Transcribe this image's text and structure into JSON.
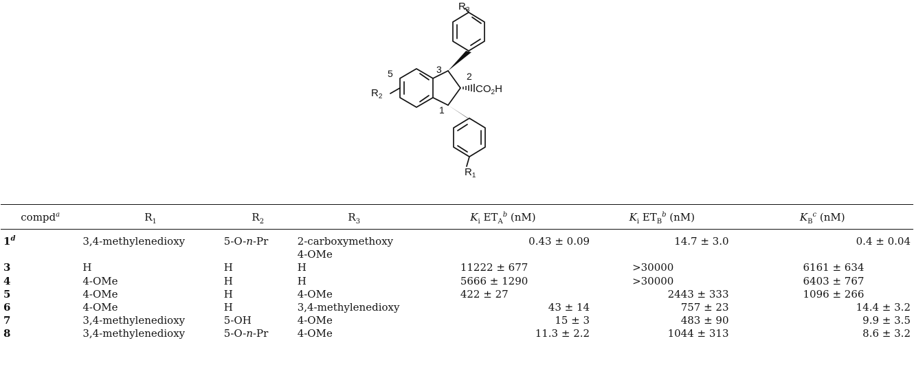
{
  "structure": {
    "r3_label": "R",
    "r3_sub": "3",
    "r2_label": "R",
    "r2_sub": "2",
    "r1_label": "R",
    "r1_sub": "1",
    "pos5": "5",
    "pos3": "3",
    "pos2": "2",
    "pos1": "1",
    "acid_co": "CO",
    "acid_sub": "2",
    "acid_h": "H"
  },
  "table": {
    "header": {
      "compd": "compd",
      "compd_sup": "a",
      "r1": "R",
      "r1_sub": "1",
      "r2": "R",
      "r2_sub": "2",
      "r3": "R",
      "r3_sub": "3",
      "ka_k": "K",
      "ka_i": "i",
      "ka_et": " ET",
      "ka_a": "A",
      "ka_sup": "b",
      "ka_unit": " (nM)",
      "kb_k": "K",
      "kb_i": "i",
      "kb_et": " ET",
      "kb_b": "B",
      "kb_sup": "b",
      "kb_unit": " (nM)",
      "kbc_k": "K",
      "kbc_b": "B",
      "kbc_sup": "c",
      "kbc_unit": " (nM)"
    },
    "rows": [
      {
        "compd": "1",
        "compd_sup": "d",
        "r1": "3,4-methylenedioxy",
        "r2_a": "5-O-",
        "r2_b": "n",
        "r2_c": "-Pr",
        "r3": "2-carboxymethoxy",
        "r3_line2": "4-OMe",
        "ka": "0.43 ± 0.09",
        "kb": "14.7 ± 3.0",
        "kbc": "0.4 ± 0.04"
      },
      {
        "compd": "3",
        "r1": "H",
        "r2_a": "H",
        "r3": "H",
        "ka": "11222 ± 677",
        "kb": ">30000",
        "kbc": "6161 ± 634"
      },
      {
        "compd": "4",
        "r1": "4-OMe",
        "r2_a": "H",
        "r3": "H",
        "ka": "5666 ± 1290",
        "kb": ">30000",
        "kbc": "6403 ± 767"
      },
      {
        "compd": "5",
        "r1": "4-OMe",
        "r2_a": "H",
        "r3": "4-OMe",
        "ka": "422 ± 27",
        "kb": "2443 ± 333",
        "kbc": "1096 ± 266"
      },
      {
        "compd": "6",
        "r1": "4-OMe",
        "r2_a": "H",
        "r3": "3,4-methylenedioxy",
        "ka": "43 ± 14",
        "kb": "757 ± 23",
        "kbc": "14.4 ± 3.2"
      },
      {
        "compd": "7",
        "r1": "3,4-methylenedioxy",
        "r2_a": "5-OH",
        "r3": "4-OMe",
        "ka": "15 ± 3",
        "kb": "483 ± 90",
        "kbc": "9.9 ± 3.5"
      },
      {
        "compd": "8",
        "r1": "3,4-methylenedioxy",
        "r2_a": "5-O-",
        "r2_b": "n",
        "r2_c": "-Pr",
        "r3": "4-OMe",
        "ka": "11.3 ± 2.2",
        "kb": "1044 ± 313",
        "kbc": "8.6 ± 3.2"
      }
    ]
  }
}
